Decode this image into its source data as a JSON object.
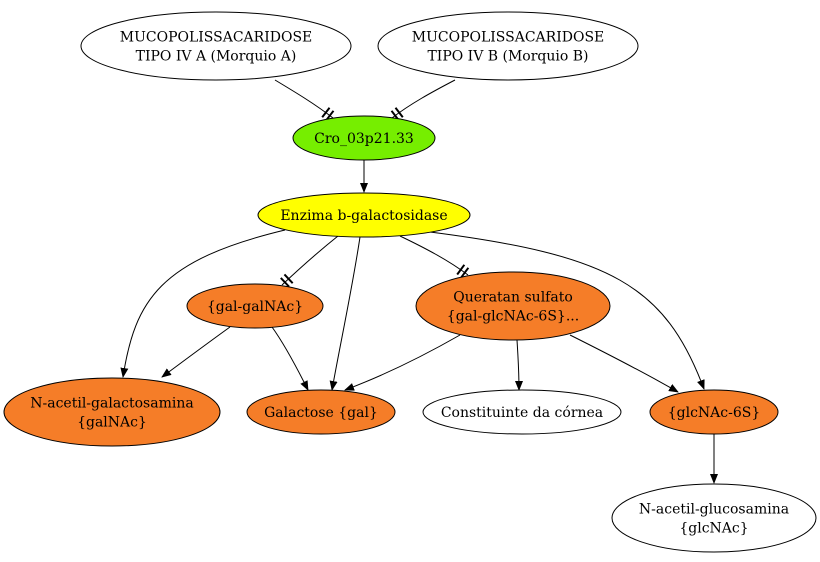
{
  "colors": {
    "green": "#76ee00",
    "yellow": "#ffff00",
    "orange": "#f57d28",
    "white": "#ffffff",
    "stroke": "#000000"
  },
  "nodes": [
    {
      "id": "mps_a",
      "lines": [
        "MUCOPOLISSACARIDOSE",
        "TIPO IV A (Morquio A)"
      ],
      "fill": "white"
    },
    {
      "id": "mps_b",
      "lines": [
        "MUCOPOLISSACARIDOSE",
        "TIPO IV B (Morquio B)"
      ],
      "fill": "white"
    },
    {
      "id": "cro",
      "lines": [
        "Cro_03p21.33"
      ],
      "fill": "green"
    },
    {
      "id": "enzima",
      "lines": [
        "Enzima b-galactosidase"
      ],
      "fill": "yellow"
    },
    {
      "id": "galgalnac",
      "lines": [
        "{gal-galNAc}"
      ],
      "fill": "orange"
    },
    {
      "id": "queratan",
      "lines": [
        "Queratan sulfato",
        "{gal-glcNAc-6S}..."
      ],
      "fill": "orange"
    },
    {
      "id": "acgalactosamina",
      "lines": [
        "N-acetil-galactosamina",
        "{galNAc}"
      ],
      "fill": "orange"
    },
    {
      "id": "galactose",
      "lines": [
        "Galactose {gal}"
      ],
      "fill": "orange"
    },
    {
      "id": "cornea",
      "lines": [
        "Constituinte da córnea"
      ],
      "fill": "white"
    },
    {
      "id": "glcnac6s",
      "lines": [
        "{glcNAc-6S}"
      ],
      "fill": "orange"
    },
    {
      "id": "acglucosamina",
      "lines": [
        "N-acetil-glucosamina",
        "{glcNAc}"
      ],
      "fill": "white"
    }
  ],
  "edges": [
    {
      "from": "mps_a",
      "to": "cro",
      "type": "tee"
    },
    {
      "from": "mps_b",
      "to": "cro",
      "type": "tee"
    },
    {
      "from": "cro",
      "to": "enzima",
      "type": "arrow"
    },
    {
      "from": "enzima",
      "to": "galgalnac",
      "type": "tee"
    },
    {
      "from": "enzima",
      "to": "queratan",
      "type": "tee"
    },
    {
      "from": "enzima",
      "to": "acgalactosamina",
      "type": "arrow"
    },
    {
      "from": "enzima",
      "to": "galactose",
      "type": "arrow"
    },
    {
      "from": "enzima",
      "to": "glcnac6s",
      "type": "arrow"
    },
    {
      "from": "galgalnac",
      "to": "acgalactosamina",
      "type": "arrow"
    },
    {
      "from": "galgalnac",
      "to": "galactose",
      "type": "arrow"
    },
    {
      "from": "queratan",
      "to": "galactose",
      "type": "arrow"
    },
    {
      "from": "queratan",
      "to": "cornea",
      "type": "arrow"
    },
    {
      "from": "queratan",
      "to": "glcnac6s",
      "type": "arrow"
    },
    {
      "from": "glcnac6s",
      "to": "acglucosamina",
      "type": "arrow"
    }
  ]
}
